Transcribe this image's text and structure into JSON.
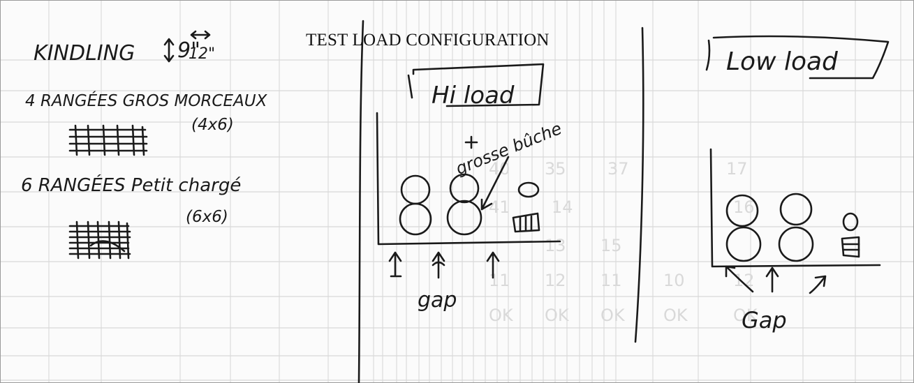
{
  "document": {
    "title": "TEST LOAD CONFIGURATION",
    "left_panel": {
      "kindling": "KINDLING",
      "dim_height": "9\"",
      "dim_width": "12\"",
      "row4_label": "4 RANGÉES GROS MORCEAUX",
      "row4_size": "(4x6)",
      "row6_label": "6 RANGÉES Petit chargé",
      "row6_size": "(6x6)"
    },
    "middle_panel": {
      "label": "Hi load",
      "note_plus": "+",
      "note_text": "grosse bûche",
      "gap_label": "gap"
    },
    "right_panel": {
      "label": "Low load",
      "gap_label": "Gap"
    }
  }
}
